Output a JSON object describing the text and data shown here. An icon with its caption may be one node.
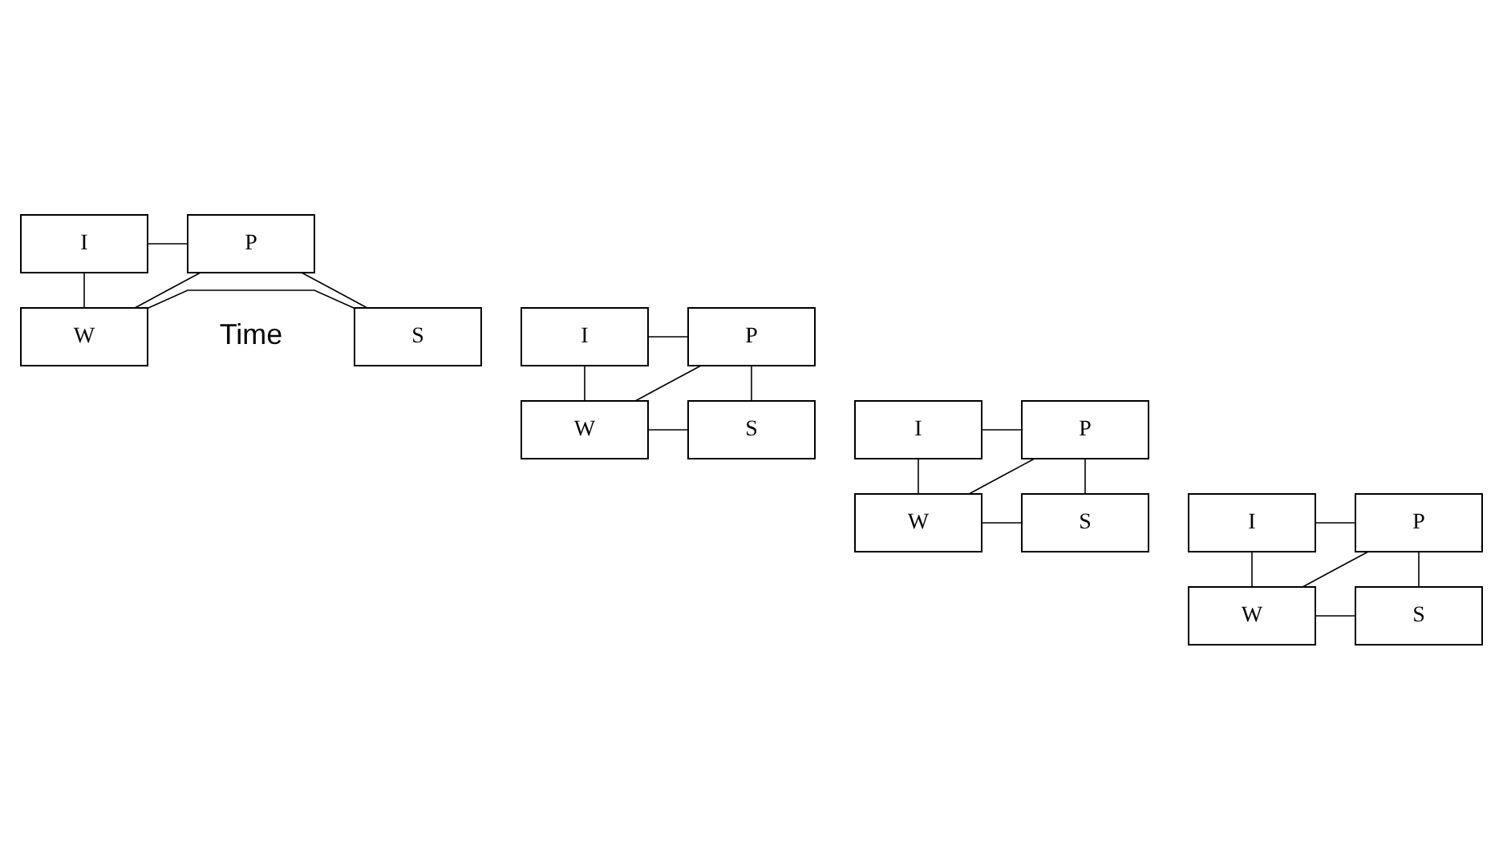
{
  "diagram": {
    "nodes": [
      {
        "text": [
          "I"
        ]
      },
      {
        "text": [
          "P"
        ]
      },
      {
        "text": [
          "W"
        ]
      },
      {
        "text": [
          "S"
        ]
      },
      {
        "text": [
          "I"
        ]
      },
      {
        "text": [
          "P"
        ]
      },
      {
        "text": [
          "W"
        ]
      },
      {
        "text": [
          "S"
        ]
      },
      {
        "text": [
          "I"
        ]
      },
      {
        "text": [
          "P"
        ]
      },
      {
        "text": [
          "W"
        ]
      },
      {
        "text": [
          "S"
        ]
      },
      {
        "text": [
          "I"
        ]
      },
      {
        "text": [
          "P"
        ]
      },
      {
        "text": [
          "W"
        ]
      },
      {
        "text": [
          "S"
        ]
      }
    ],
    "edges": [
      {
        "from": 0,
        "to": 1,
        "arrow": "none"
      },
      {
        "from": 0,
        "to": 2,
        "arrow": "none"
      },
      {
        "from": 2,
        "to": 1,
        "arrow": "none"
      },
      {
        "from": 1,
        "to": 3,
        "arrow": "none"
      },
      {
        "from": 2,
        "to": 3,
        "arrow": "none"
      },
      {
        "from": 4,
        "to": 5,
        "arrow": "none"
      },
      {
        "from": 4,
        "to": 6,
        "arrow": "none"
      },
      {
        "from": 6,
        "to": 5,
        "arrow": "none"
      },
      {
        "from": 5,
        "to": 7,
        "arrow": "none"
      },
      {
        "from": 6,
        "to": 7,
        "arrow": "none"
      },
      {
        "from": 8,
        "to": 9,
        "arrow": "none"
      },
      {
        "from": 8,
        "to": 10,
        "arrow": "none"
      },
      {
        "from": 10,
        "to": 9,
        "arrow": "none"
      },
      {
        "from": 9,
        "to": 11,
        "arrow": "none"
      },
      {
        "from": 10,
        "to": 11,
        "arrow": "none"
      },
      {
        "from": 12,
        "to": 13,
        "arrow": "none"
      },
      {
        "from": 12,
        "to": 14,
        "arrow": "none"
      },
      {
        "from": 14,
        "to": 13,
        "arrow": "none"
      },
      {
        "from": 13,
        "to": 15,
        "arrow": "none"
      },
      {
        "from": 14,
        "to": 15,
        "arrow": "none"
      }
    ],
    "labels": [
      "Time"
    ]
  }
}
